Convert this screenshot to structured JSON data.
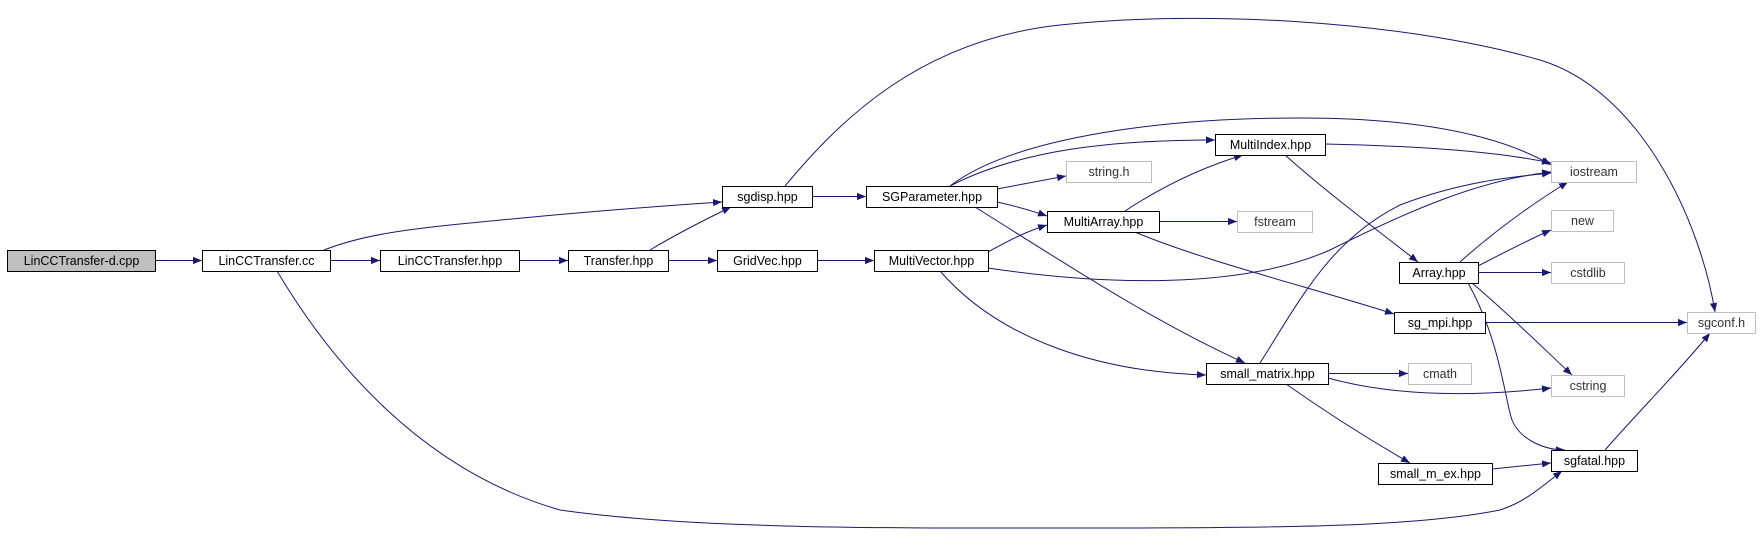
{
  "colors": {
    "edge": "#191970",
    "root_fill": "#bfbfbf",
    "node_fill": "#ffffff",
    "node_stroke": "#000000",
    "external_stroke": "#bfbfbf",
    "external_text": "#333333"
  },
  "nodes": [
    {
      "id": "lincctransfer_d_cpp",
      "label": "LinCCTransfer-d.cpp",
      "kind": "root"
    },
    {
      "id": "lincctransfer_cc",
      "label": "LinCCTransfer.cc",
      "kind": "file"
    },
    {
      "id": "lincctransfer_hpp",
      "label": "LinCCTransfer.hpp",
      "kind": "file"
    },
    {
      "id": "transfer_hpp",
      "label": "Transfer.hpp",
      "kind": "file"
    },
    {
      "id": "sgdisp_hpp",
      "label": "sgdisp.hpp",
      "kind": "file"
    },
    {
      "id": "gridvec_hpp",
      "label": "GridVec.hpp",
      "kind": "file"
    },
    {
      "id": "sgparameter_hpp",
      "label": "SGParameter.hpp",
      "kind": "file"
    },
    {
      "id": "multivector_hpp",
      "label": "MultiVector.hpp",
      "kind": "file"
    },
    {
      "id": "string_h",
      "label": "string.h",
      "kind": "external"
    },
    {
      "id": "multiindex_hpp",
      "label": "MultiIndex.hpp",
      "kind": "file"
    },
    {
      "id": "multiarray_hpp",
      "label": "MultiArray.hpp",
      "kind": "file"
    },
    {
      "id": "fstream",
      "label": "fstream",
      "kind": "external"
    },
    {
      "id": "iostream",
      "label": "iostream",
      "kind": "external"
    },
    {
      "id": "array_hpp",
      "label": "Array.hpp",
      "kind": "file"
    },
    {
      "id": "new",
      "label": "new",
      "kind": "external"
    },
    {
      "id": "cstdlib",
      "label": "cstdlib",
      "kind": "external"
    },
    {
      "id": "sg_mpi_hpp",
      "label": "sg_mpi.hpp",
      "kind": "file"
    },
    {
      "id": "sgconf_h",
      "label": "sgconf.h",
      "kind": "external"
    },
    {
      "id": "small_matrix_hpp",
      "label": "small_matrix.hpp",
      "kind": "file"
    },
    {
      "id": "cmath",
      "label": "cmath",
      "kind": "external"
    },
    {
      "id": "cstring",
      "label": "cstring",
      "kind": "external"
    },
    {
      "id": "small_m_ex_hpp",
      "label": "small_m_ex.hpp",
      "kind": "file"
    },
    {
      "id": "sgfatal_hpp",
      "label": "sgfatal.hpp",
      "kind": "file"
    }
  ],
  "edges": [
    {
      "from": "lincctransfer_d_cpp",
      "to": "lincctransfer_cc"
    },
    {
      "from": "lincctransfer_cc",
      "to": "lincctransfer_hpp"
    },
    {
      "from": "lincctransfer_cc",
      "to": "sgdisp_hpp"
    },
    {
      "from": "lincctransfer_cc",
      "to": "sgfatal_hpp"
    },
    {
      "from": "lincctransfer_hpp",
      "to": "transfer_hpp"
    },
    {
      "from": "transfer_hpp",
      "to": "sgdisp_hpp"
    },
    {
      "from": "transfer_hpp",
      "to": "gridvec_hpp"
    },
    {
      "from": "sgdisp_hpp",
      "to": "sgparameter_hpp"
    },
    {
      "from": "sgdisp_hpp",
      "to": "sgconf_h"
    },
    {
      "from": "gridvec_hpp",
      "to": "multivector_hpp"
    },
    {
      "from": "sgparameter_hpp",
      "to": "iostream"
    },
    {
      "from": "sgparameter_hpp",
      "to": "multiindex_hpp"
    },
    {
      "from": "sgparameter_hpp",
      "to": "string_h"
    },
    {
      "from": "sgparameter_hpp",
      "to": "multiarray_hpp"
    },
    {
      "from": "sgparameter_hpp",
      "to": "small_matrix_hpp"
    },
    {
      "from": "multivector_hpp",
      "to": "multiarray_hpp"
    },
    {
      "from": "multivector_hpp",
      "to": "iostream"
    },
    {
      "from": "multivector_hpp",
      "to": "small_matrix_hpp"
    },
    {
      "from": "multiindex_hpp",
      "to": "iostream"
    },
    {
      "from": "multiindex_hpp",
      "to": "array_hpp"
    },
    {
      "from": "multiarray_hpp",
      "to": "multiindex_hpp"
    },
    {
      "from": "multiarray_hpp",
      "to": "fstream"
    },
    {
      "from": "multiarray_hpp",
      "to": "sg_mpi_hpp"
    },
    {
      "from": "array_hpp",
      "to": "iostream"
    },
    {
      "from": "array_hpp",
      "to": "new"
    },
    {
      "from": "array_hpp",
      "to": "cstdlib"
    },
    {
      "from": "array_hpp",
      "to": "cstring"
    },
    {
      "from": "array_hpp",
      "to": "sgfatal_hpp"
    },
    {
      "from": "sg_mpi_hpp",
      "to": "sgconf_h"
    },
    {
      "from": "small_matrix_hpp",
      "to": "iostream"
    },
    {
      "from": "small_matrix_hpp",
      "to": "cmath"
    },
    {
      "from": "small_matrix_hpp",
      "to": "cstring"
    },
    {
      "from": "small_matrix_hpp",
      "to": "small_m_ex_hpp"
    },
    {
      "from": "small_m_ex_hpp",
      "to": "sgfatal_hpp"
    },
    {
      "from": "sgfatal_hpp",
      "to": "sgconf_h"
    }
  ]
}
